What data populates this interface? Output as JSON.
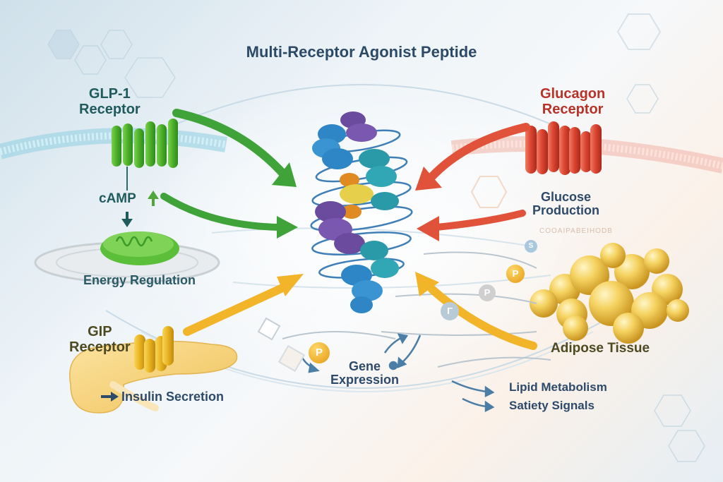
{
  "title": "Multi-Receptor Agonist Peptide",
  "receptors": {
    "glp1": {
      "line1": "GLP-1",
      "line2": "Receptor",
      "color": "#4caf2a"
    },
    "glucagon": {
      "line1": "Glucagon",
      "line2": "Receptor",
      "color": "#d9432f"
    },
    "gip": {
      "line1": "GIP",
      "line2": "Receptor",
      "color": "#e8b21e"
    }
  },
  "labels": {
    "camp": "cAMP",
    "energy_regulation": "Energy Regulation",
    "glucose_line1": "Glucose",
    "glucose_line2": "Production",
    "gene_line1": "Gene",
    "gene_line2": "Expression",
    "adipose_tissue": "Adipose Tissue",
    "insulin_secretion": "Insulin Secretion",
    "lipid_metabolism": "Lipid Metabolism",
    "satiety_signals": "Satiety Signals",
    "faint_text": "COOAIPABEIHODB"
  },
  "badges": {
    "phospho": "P",
    "gamma": "Γ",
    "s": "S"
  },
  "colors": {
    "arrow_green": "#3fa33a",
    "arrow_red": "#e0533a",
    "arrow_yellow": "#f2b52a",
    "helix_blue": "#2f86c6",
    "helix_teal": "#2a9aa8",
    "helix_purple": "#6a4b9e",
    "helix_yellow": "#e6cf4a",
    "helix_orange": "#e08a22",
    "fat_yellow": "#f1c94a"
  }
}
